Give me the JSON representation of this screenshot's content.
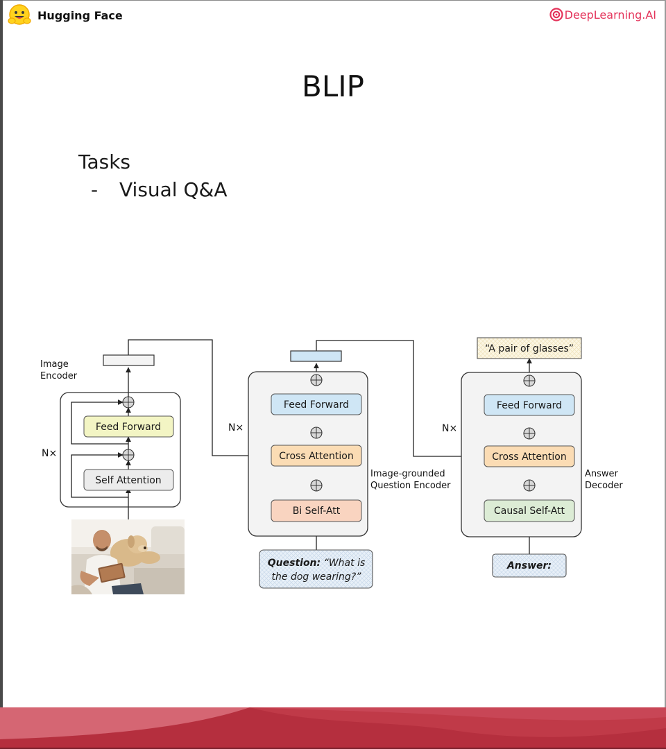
{
  "header": {
    "brand_left": "Hugging Face",
    "brand_right": "DeepLearning.AI"
  },
  "slide": {
    "title": "BLIP",
    "tasks_heading": "Tasks",
    "tasks": [
      {
        "bullet": "-",
        "label": "Visual Q&A"
      }
    ]
  },
  "diagram": {
    "image_encoder": {
      "label_line1": "Image",
      "label_line2": "Encoder",
      "repeat": "N×",
      "feed_forward": "Feed Forward",
      "self_attention": "Self Attention"
    },
    "question_encoder": {
      "repeat": "N×",
      "feed_forward": "Feed Forward",
      "cross_attention": "Cross Attention",
      "bi_self_att": "Bi Self-Att",
      "label_line1": "Image-grounded",
      "label_line2": "Question Encoder",
      "input_bold": "Question:",
      "input_line1": "“What is",
      "input_line2": "the dog wearing?”"
    },
    "answer_decoder": {
      "repeat": "N×",
      "feed_forward": "Feed Forward",
      "cross_attention": "Cross Attention",
      "causal_self_att": "Causal Self-Att",
      "label_line1": "Answer",
      "label_line2": "Decoder",
      "output": "“A pair of glasses”",
      "input_bold": "Answer:"
    }
  },
  "colors": {
    "feed_forward_encoder": "#f3f5c4",
    "feed_forward_blue": "#cfe6f5",
    "cross_attention": "#fbdcb4",
    "bi_self_att": "#f9d4c0",
    "causal_self_att": "#dcecd5",
    "self_attention": "#ececec",
    "block_background": "#f3f3f3",
    "output_box": "#fcf6e3",
    "input_box": "#eaf1f8",
    "footer_red": "#c03a48",
    "brand_red": "#e4335a"
  }
}
